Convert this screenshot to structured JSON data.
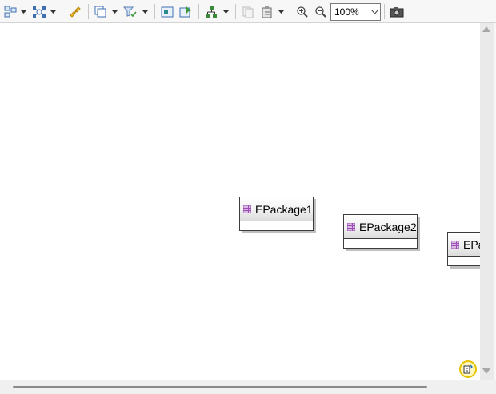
{
  "toolbar": {
    "zoom_value": "100%",
    "icons": [
      "select-all-icon",
      "arrange-all-icon",
      "link-icon",
      "layers-icon",
      "filter-icon",
      "view-icon",
      "pin-icon",
      "layout-icon",
      "copy-format-icon",
      "paste-format-icon",
      "zoom-in-icon",
      "zoom-out-icon",
      "camera-icon"
    ]
  },
  "diagram": {
    "nodes": [
      {
        "name": "EPackage1"
      },
      {
        "name": "EPackage2"
      },
      {
        "name": "EPa"
      }
    ]
  },
  "colors": {
    "package_icon": "#9b4fb0",
    "node_border": "#3c3c3c",
    "sync_badge": "#e6c200"
  },
  "status": {
    "sync_badge_icon": "sync-status-icon"
  }
}
